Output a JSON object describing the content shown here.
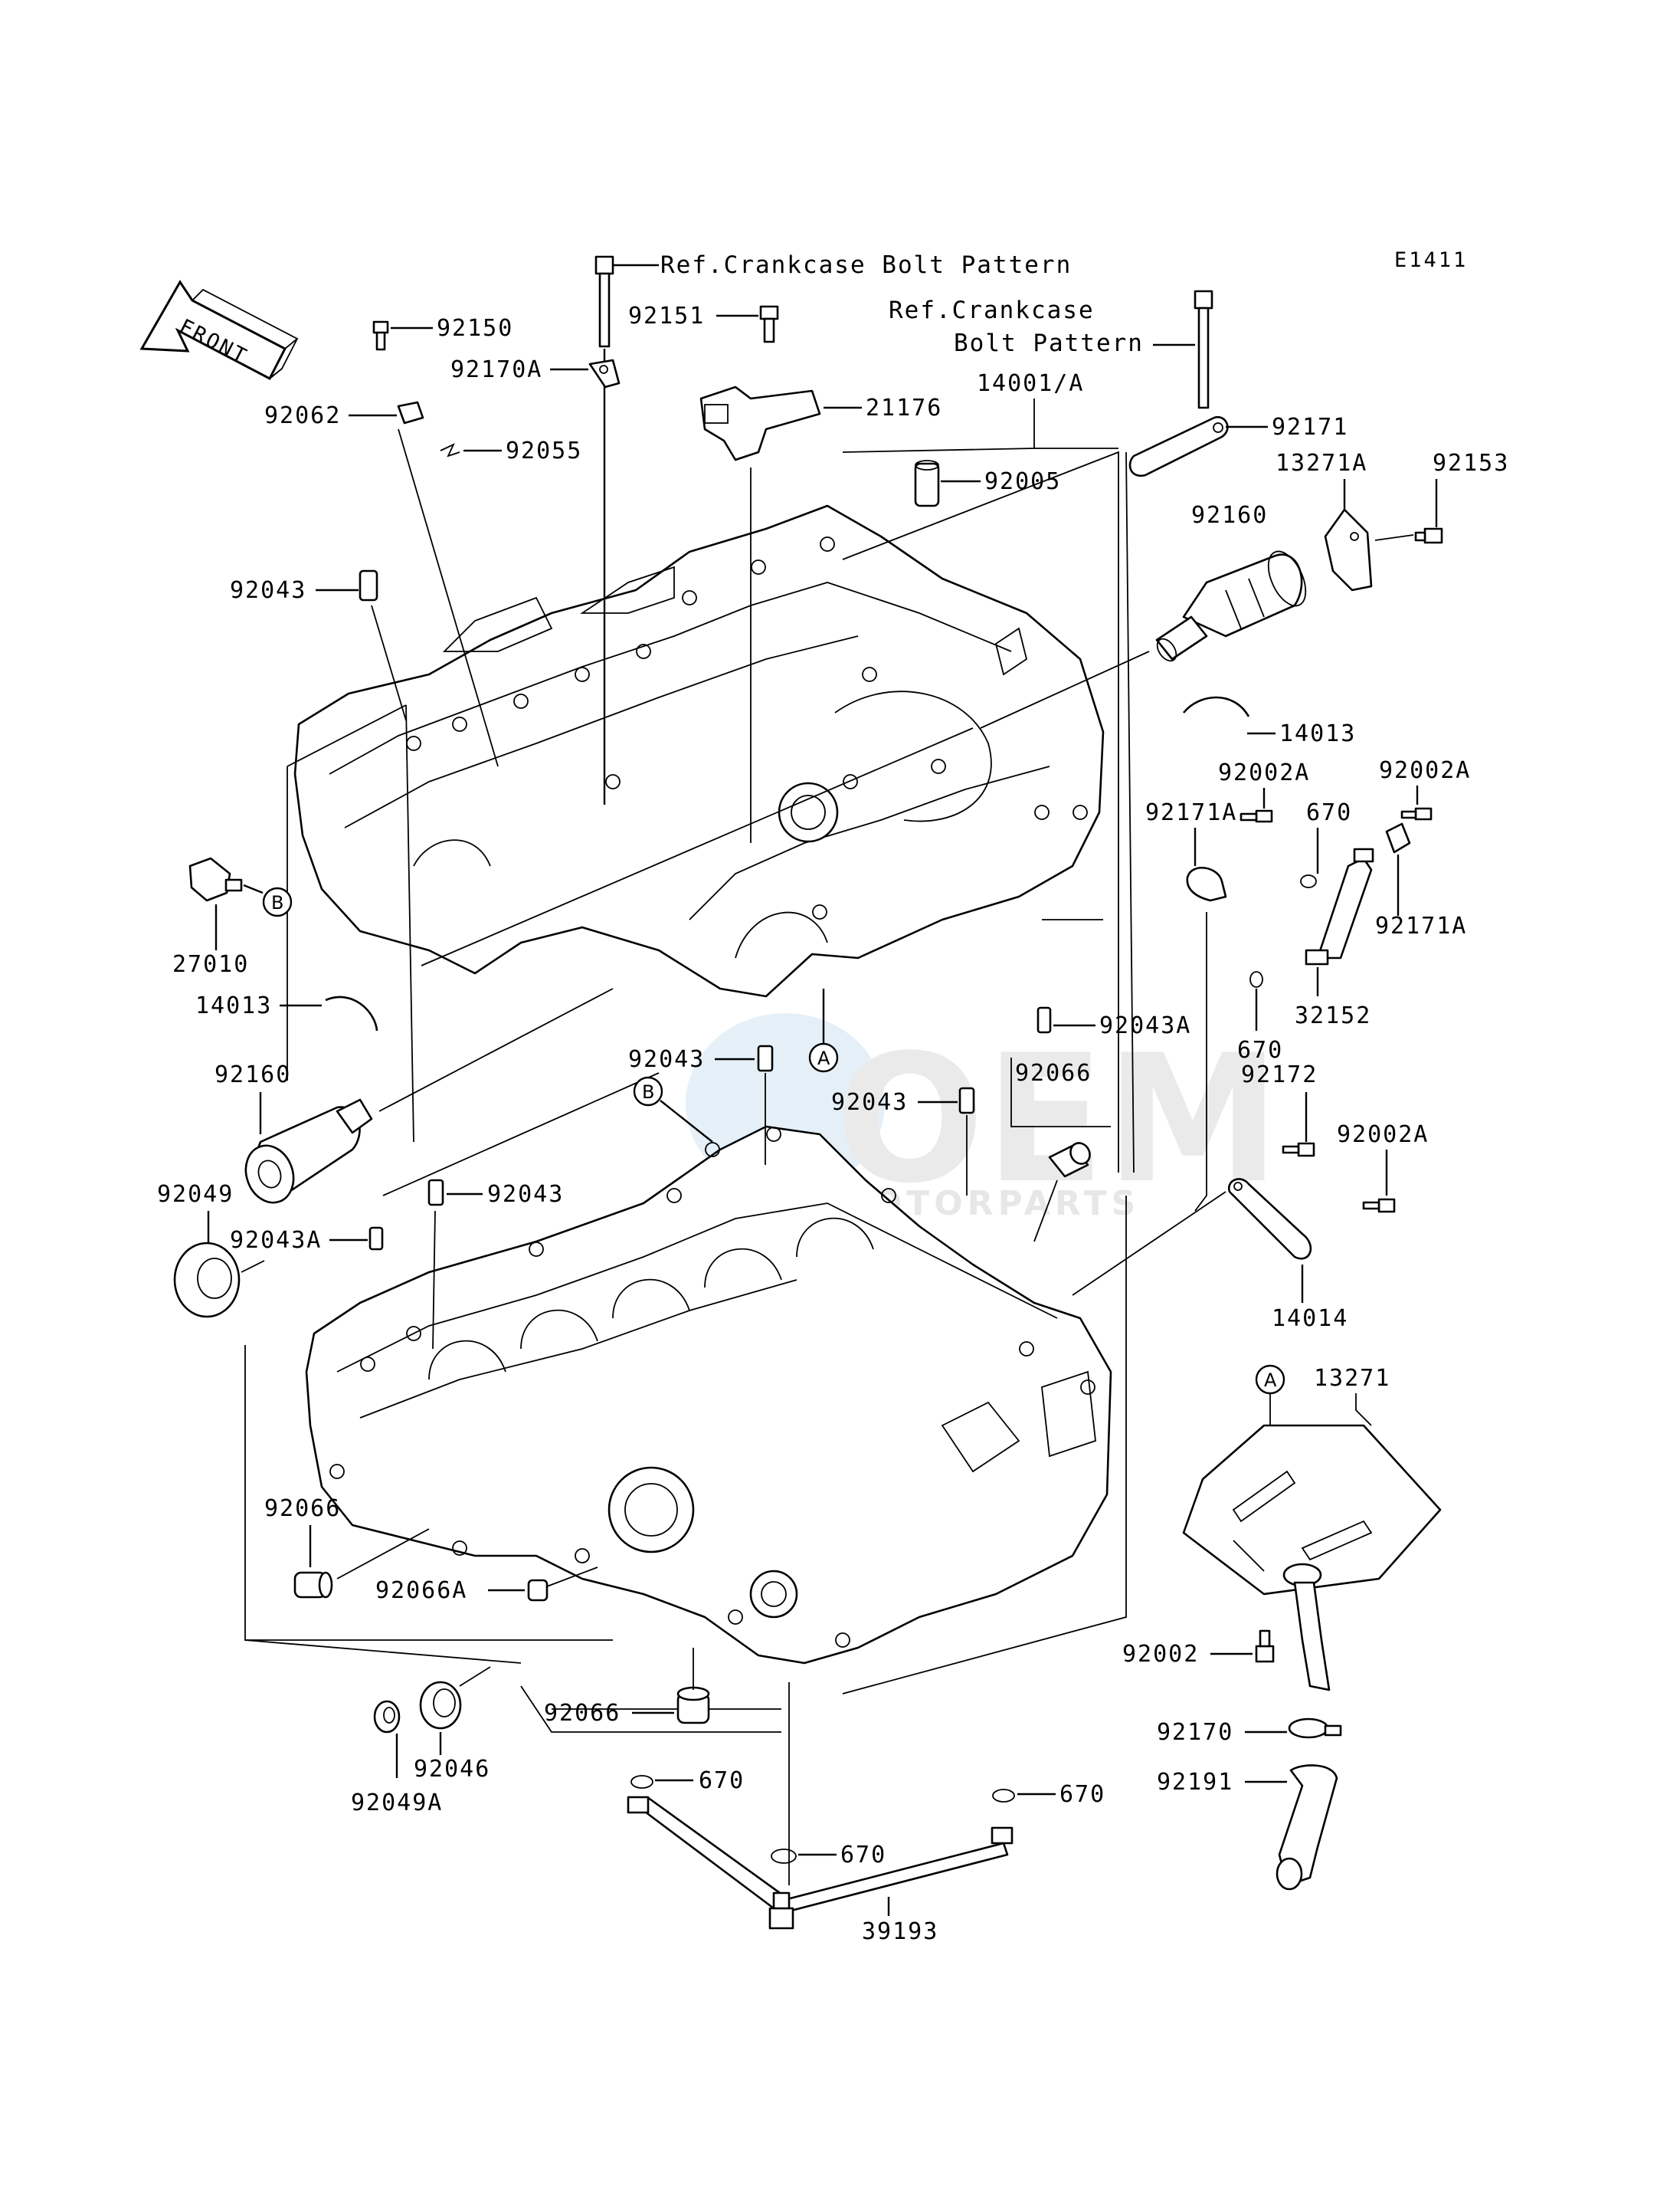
{
  "diagram_code": "E1411",
  "front_label": "FRONT",
  "refs": {
    "top": "Ref.Crankcase Bolt Pattern",
    "right_line1": "Ref.Crankcase",
    "right_line2": "Bolt Pattern"
  },
  "callouts": {
    "A": "A",
    "B": "B"
  },
  "watermark": {
    "brand": "OEM",
    "sub": "MOTORPARTS"
  },
  "parts": {
    "p92150": "92150",
    "p92062": "92062",
    "p92055": "92055",
    "p92170A": "92170A",
    "p92151": "92151",
    "p21176": "21176",
    "p14001A": "14001/A",
    "p92171": "92171",
    "p92005": "92005",
    "p13271A": "13271A",
    "p92153": "92153",
    "p92160_r": "92160",
    "p92043_a": "92043",
    "p14013_r": "14013",
    "p92002A_a": "92002A",
    "p92002A_b": "92002A",
    "p92171A_a": "92171A",
    "p670_a": "670",
    "p92171A_b": "92171A",
    "p27010": "27010",
    "p14013_l": "14013",
    "p32152": "32152",
    "p670_b": "670",
    "p92043A_r": "92043A",
    "p92043_b": "92043",
    "p92066_a": "92066",
    "p92160_l": "92160",
    "p92043_c": "92043",
    "p92172": "92172",
    "p92002A_c": "92002A",
    "p92049": "92049",
    "p92043_d": "92043",
    "p92043A_l": "92043A",
    "p14014": "14014",
    "p13271": "13271",
    "p92066_b": "92066",
    "p92066A": "92066A",
    "p92002": "92002",
    "p92066_c": "92066",
    "p92046": "92046",
    "p92049A": "92049A",
    "p92170": "92170",
    "p92191": "92191",
    "p670_c": "670",
    "p670_d": "670",
    "p670_e": "670",
    "p39193": "39193"
  }
}
